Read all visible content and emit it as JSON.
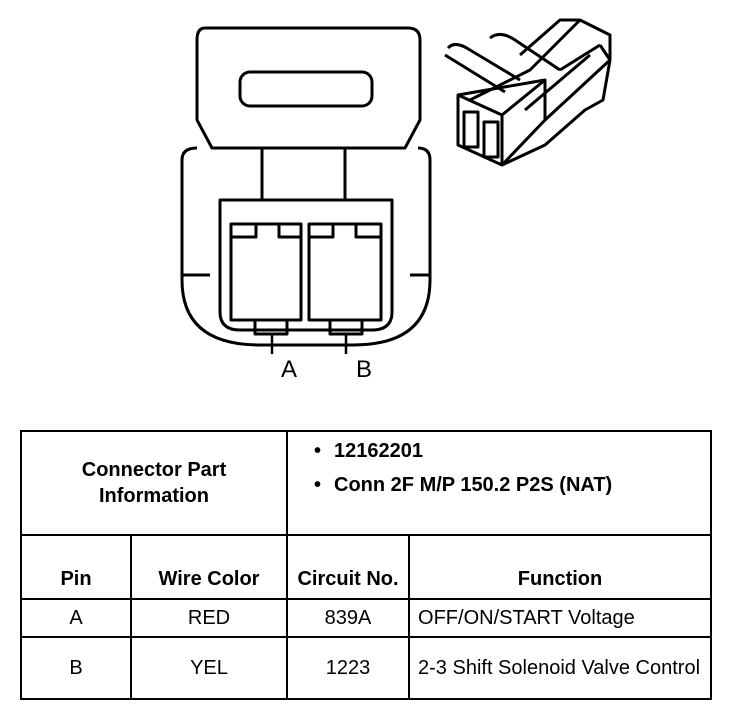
{
  "pins": {
    "a_label": "A",
    "b_label": "B"
  },
  "connector_info": {
    "label": "Connector Part Information",
    "items": [
      "12162201",
      "Conn 2F M/P 150.2 P2S (NAT)"
    ]
  },
  "table": {
    "headers": {
      "pin": "Pin",
      "wire_color": "Wire Color",
      "circuit_no": "Circuit No.",
      "function": "Function"
    },
    "rows": [
      {
        "pin": "A",
        "wire_color": "RED",
        "circuit": "839A",
        "function": "OFF/ON/START Voltage"
      },
      {
        "pin": "B",
        "wire_color": "YEL",
        "circuit": "1223",
        "function": "2-3 Shift Solenoid Valve Control"
      }
    ]
  }
}
